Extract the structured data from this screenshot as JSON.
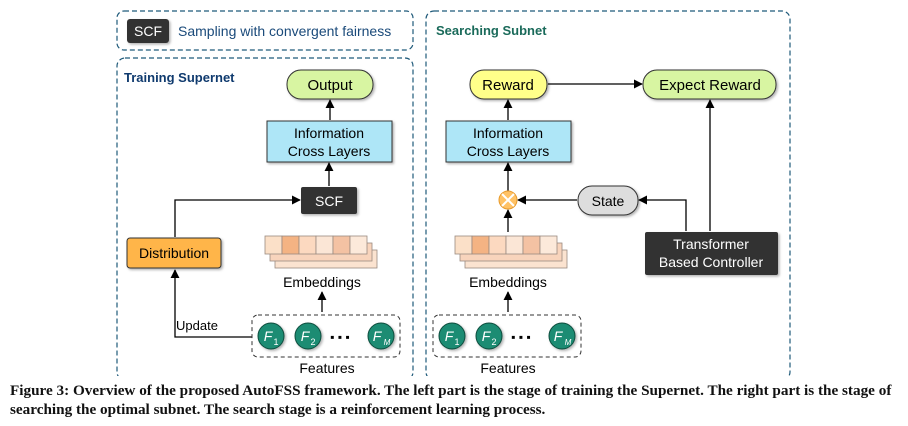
{
  "legend": {
    "abbr": "SCF",
    "description": "Sampling with convergent fairness"
  },
  "left_panel": {
    "title": "Training Supernet",
    "output_label": "Output",
    "icl_line1": "Information",
    "icl_line2": "Cross Layers",
    "scf_label": "SCF",
    "distribution_label": "Distribution",
    "embeddings_label": "Embeddings",
    "update_label": "Update",
    "features_label": "Features",
    "features": [
      {
        "letter": "F",
        "sub": "1"
      },
      {
        "letter": "F",
        "sub": "2"
      },
      {
        "letter": "F",
        "sub": "M"
      }
    ],
    "dots": "▪ ▪ ▪"
  },
  "right_panel": {
    "title": "Searching Subnet",
    "reward_label": "Reward",
    "expect_reward_label": "Expect Reward",
    "icl_line1": "Information",
    "icl_line2": "Cross Layers",
    "state_label": "State",
    "controller_line1": "Transformer",
    "controller_line2": "Based Controller",
    "embeddings_label": "Embeddings",
    "features_label": "Features",
    "features": [
      {
        "letter": "F",
        "sub": "1"
      },
      {
        "letter": "F",
        "sub": "2"
      },
      {
        "letter": "F",
        "sub": "M"
      }
    ],
    "dots": "▪ ▪ ▪"
  },
  "caption": "Figure 3: Overview of the proposed AutoFSS framework. The left part is the stage of training the Supernet. The right part is the stage of searching the optimal subnet. The search stage is a reinforcement learning process.",
  "colors": {
    "panel_border": "#1f5a7a",
    "panel_title": "#0f3a6e",
    "output_fill": "#d8f5a2",
    "reward_fill": "#ffff8a",
    "icl_fill": "#aee6f7",
    "scf_fill": "#333333",
    "distribution_fill": "#ffb54a",
    "state_fill": "#dddddd",
    "controller_fill": "#333333",
    "feature_fill": "#1e8c73",
    "cross_fill": "#ffc266"
  }
}
